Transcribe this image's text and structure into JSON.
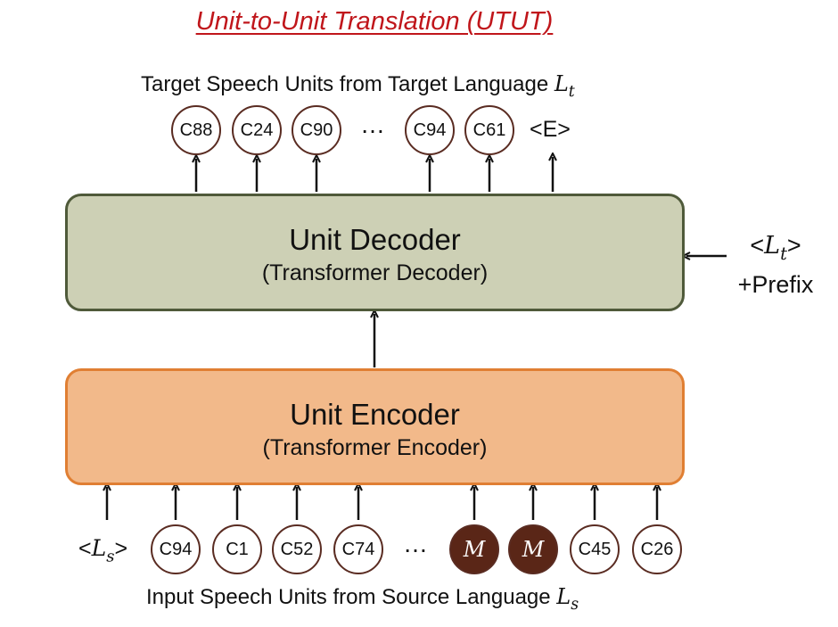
{
  "title": "Unit-to-Unit Translation (UTUT)",
  "target_caption": "Target Speech Units from Target Language",
  "target_lang_symbol": "L",
  "target_lang_sub": "t",
  "source_caption": "Input Speech Units from Source Language",
  "source_lang_symbol": "L",
  "source_lang_sub": "s",
  "decoder": {
    "name": "Unit Decoder",
    "detail": "(Transformer Decoder)"
  },
  "encoder": {
    "name": "Unit Encoder",
    "detail": "(Transformer Encoder)"
  },
  "prefix": {
    "tag_open": "<",
    "tag_symbol": "L",
    "tag_sub": "t",
    "tag_close": ">",
    "label": "+Prefix"
  },
  "output_units": [
    "C88",
    "C24",
    "C90",
    "C94",
    "C61"
  ],
  "output_ellipsis": "…",
  "end_token": "<E>",
  "input_lang_tag": {
    "open": "<",
    "symbol": "L",
    "sub": "s",
    "close": ">"
  },
  "input_units": [
    "C94",
    "C1",
    "C52",
    "C74"
  ],
  "input_ellipsis": "…",
  "mask_units": [
    "M",
    "M"
  ],
  "input_units_tail": [
    "C45",
    "C26"
  ],
  "colors": {
    "title": "#c0161b",
    "decoder_fill": "#cdd0b5",
    "decoder_border": "#4f5a3a",
    "encoder_fill": "#f2b98a",
    "encoder_border": "#e07f33",
    "unit_border": "#5a2c22",
    "mask_fill": "#5a2617"
  }
}
